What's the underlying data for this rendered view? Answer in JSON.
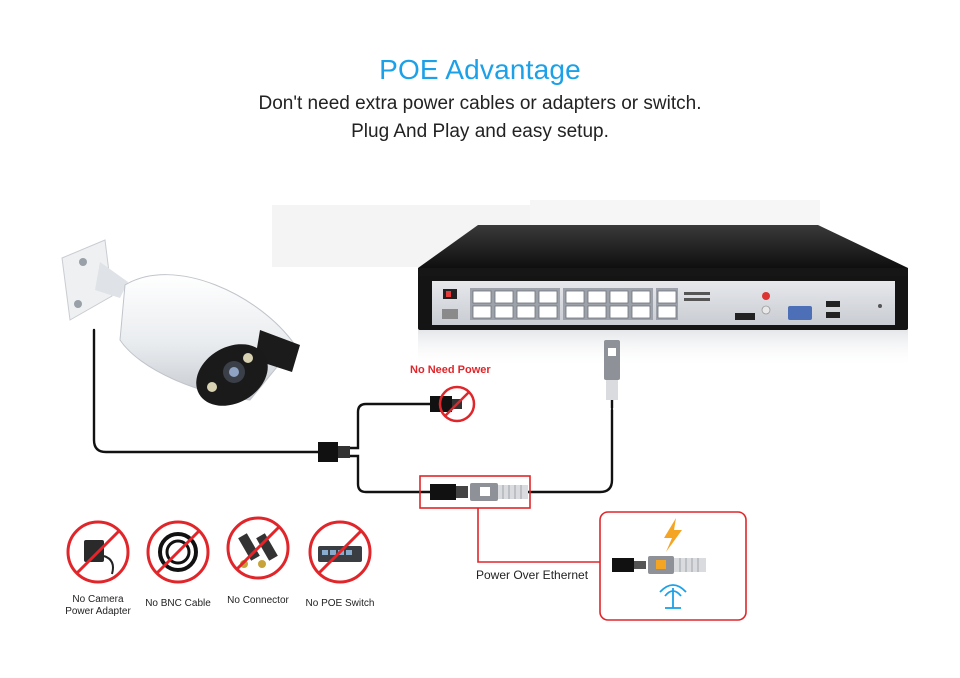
{
  "header": {
    "title": "POE Advantage",
    "line1": "Don't need extra power cables or adapters or switch.",
    "line2": "Plug And Play and easy setup."
  },
  "labels": {
    "no_need_power": "No Need Power",
    "power_over_ethernet": "Power Over Ethernet"
  },
  "no_icons": [
    {
      "name": "no-camera-adapter-icon",
      "label_line1": "No Camera",
      "label_line2": "Power Adapter"
    },
    {
      "name": "no-bnc-cable-icon",
      "label_line1": "No BNC Cable",
      "label_line2": ""
    },
    {
      "name": "no-connector-icon",
      "label_line1": "No Connector",
      "label_line2": ""
    },
    {
      "name": "no-poe-switch-icon",
      "label_line1": "No POE Switch",
      "label_line2": ""
    }
  ],
  "colors": {
    "accent_blue": "#1ca1e8",
    "warning_red": "#e0262a",
    "cable_black": "#111111",
    "nvr_body": "#1c1c1c",
    "panel_grey": "#d9dbe0"
  }
}
